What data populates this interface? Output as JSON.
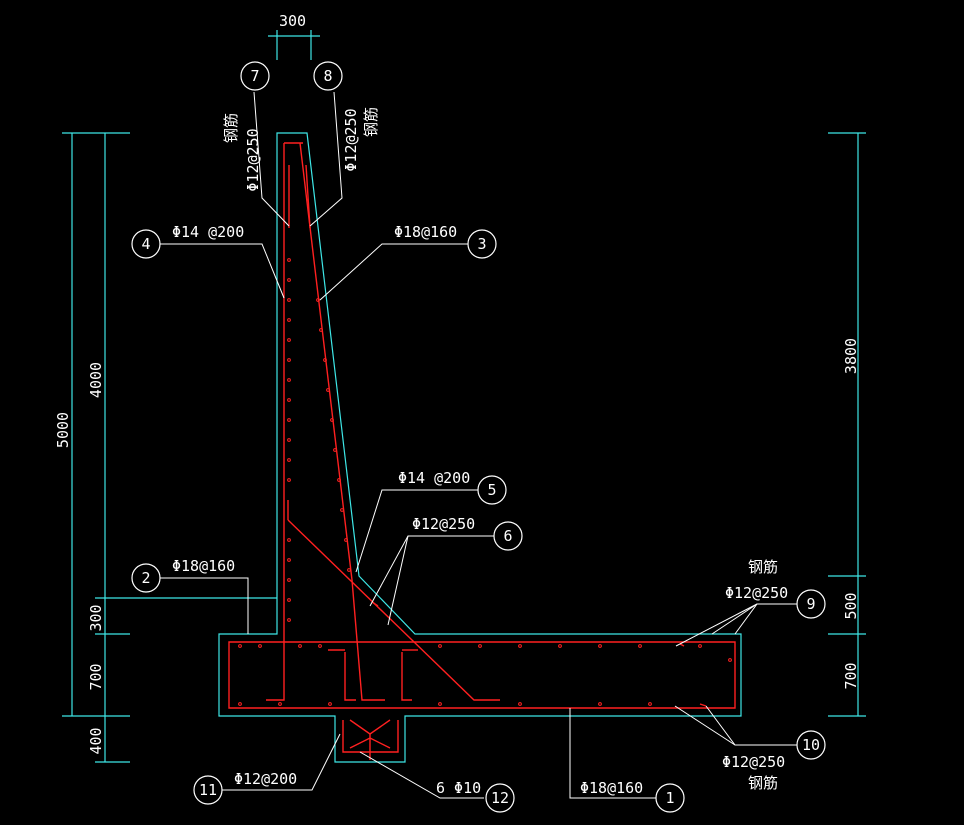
{
  "colors": {
    "background": "#000000",
    "outline": "#3ee6e6",
    "rebar": "#ff2020",
    "annotation": "#ffffff"
  },
  "dimensions": {
    "top_width": "300",
    "total_height": "5000",
    "wall_height": "4000",
    "right_height": "3800",
    "base_step": "300",
    "base_thickness": "700",
    "key_depth": "400",
    "right_step": "500",
    "right_base": "700"
  },
  "callouts": [
    {
      "id": "1",
      "spec": "Φ18@160"
    },
    {
      "id": "2",
      "spec": "Φ18@160"
    },
    {
      "id": "3",
      "spec": "Φ18@160"
    },
    {
      "id": "4",
      "spec": "Φ14 @200"
    },
    {
      "id": "5",
      "spec": "Φ14 @200"
    },
    {
      "id": "6",
      "spec": "Φ12@250"
    },
    {
      "id": "7",
      "spec": "Φ12@250",
      "note": "钢筋"
    },
    {
      "id": "8",
      "spec": "Φ12@250",
      "note": "钢筋"
    },
    {
      "id": "9",
      "spec": "Φ12@250",
      "note": "钢筋"
    },
    {
      "id": "10",
      "spec": "Φ12@250",
      "note": "钢筋"
    },
    {
      "id": "11",
      "spec": "Φ12@200"
    },
    {
      "id": "12",
      "spec": "6 Φ10"
    }
  ]
}
